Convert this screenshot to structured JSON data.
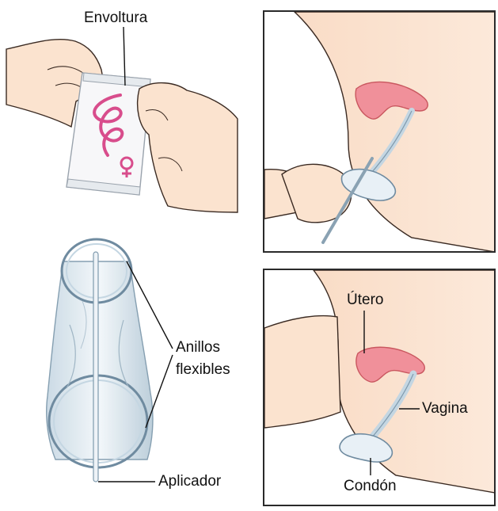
{
  "labels": {
    "wrapper": "Envoltura",
    "rings_line1": "Anillos",
    "rings_line2": "flexibles",
    "applicator": "Aplicador",
    "uterus": "Útero",
    "vagina": "Vagina",
    "condom": "Condón"
  },
  "colors": {
    "skin": "#fbe3cf",
    "skin_shadow": "#efc6a8",
    "outline": "#3a2a22",
    "uterus": "#f0909a",
    "uterus_dark": "#c9575f",
    "condom": "#dfeaf2",
    "condom_edge": "#7f9aad",
    "wrapper_accent": "#d84d8c",
    "frame": "#2a2a2a"
  }
}
